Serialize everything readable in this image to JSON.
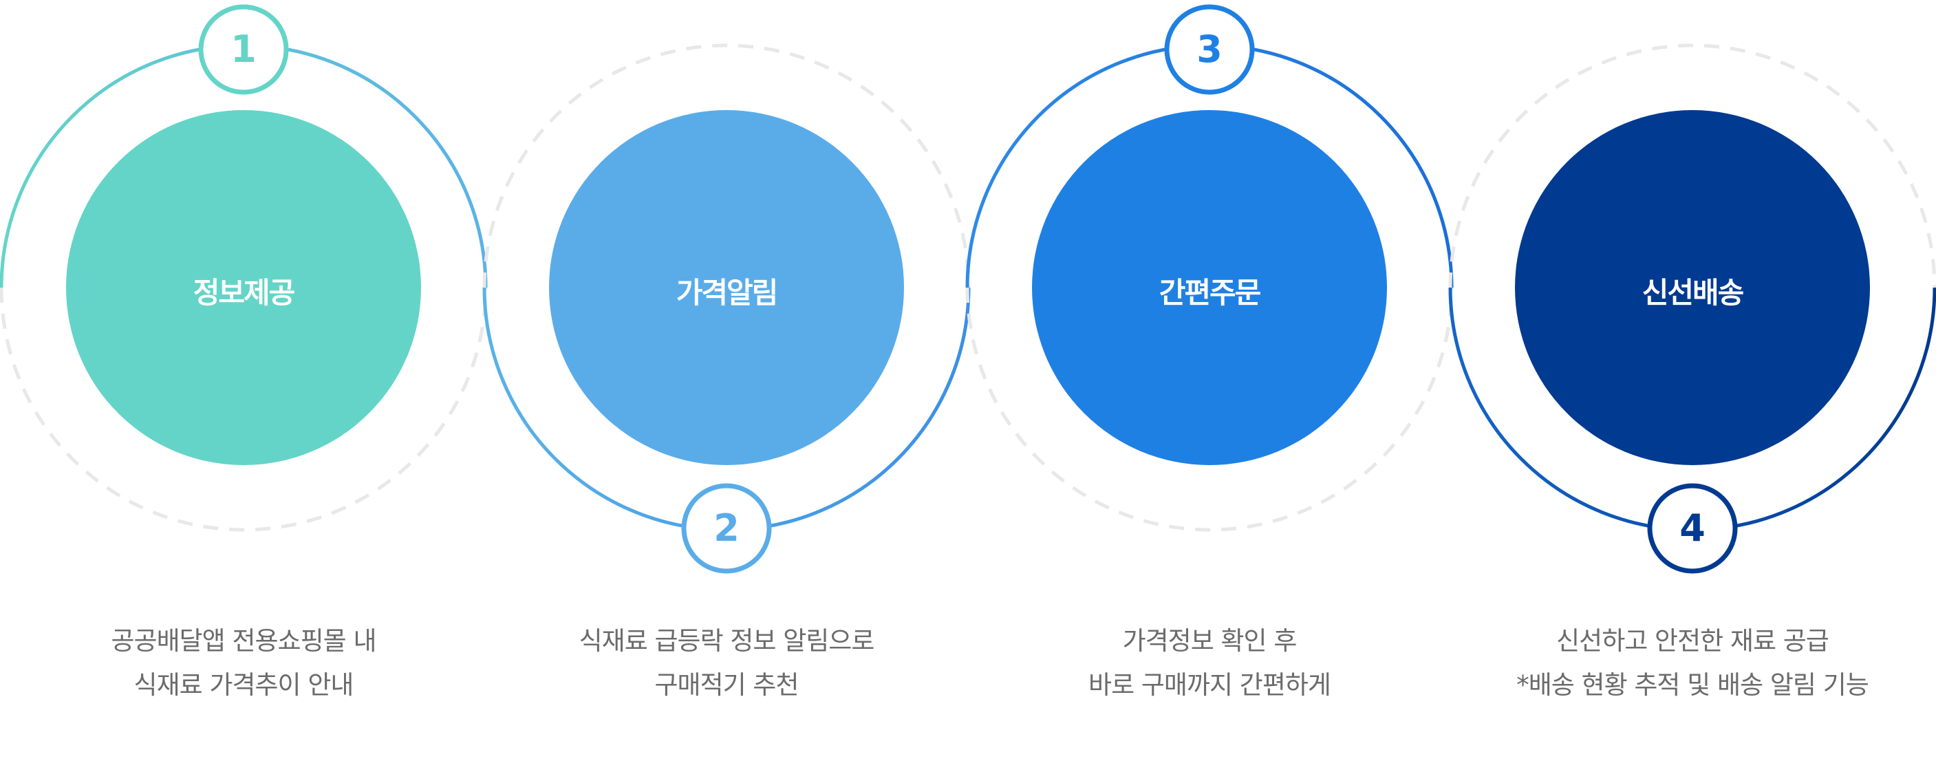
{
  "steps": [
    {
      "number": "1",
      "title": "정보제공",
      "desc": [
        "공공배달앱 전용쇼핑몰 내",
        "식재료 가격추이 안내"
      ],
      "color": "#64d4c8",
      "line_from": "#64d4c8",
      "line_to": "#5ab2e7"
    },
    {
      "number": "2",
      "title": "가격알림",
      "desc": [
        "식재료 급등락 정보 알림으로",
        "구매적기 추천"
      ],
      "color": "#5aace9",
      "line_from": "#5ab2e7",
      "line_to": "#3b8fe6"
    },
    {
      "number": "3",
      "title": "간편주문",
      "desc": [
        "가격정보 확인 후",
        "바로 구매까지 간편하게"
      ],
      "color": "#1f80e4",
      "line_from": "#2e8ae6",
      "line_to": "#1a6fd9"
    },
    {
      "number": "4",
      "title": "신선배송",
      "desc": [
        "신선하고 안전한 재료 공급",
        "*배송 현황 추적 및 배송 알림 기능"
      ],
      "color": "#003a91",
      "line_from": "#1565c8",
      "line_to": "#003a91"
    }
  ],
  "dashed_color": "#e8e8e8"
}
